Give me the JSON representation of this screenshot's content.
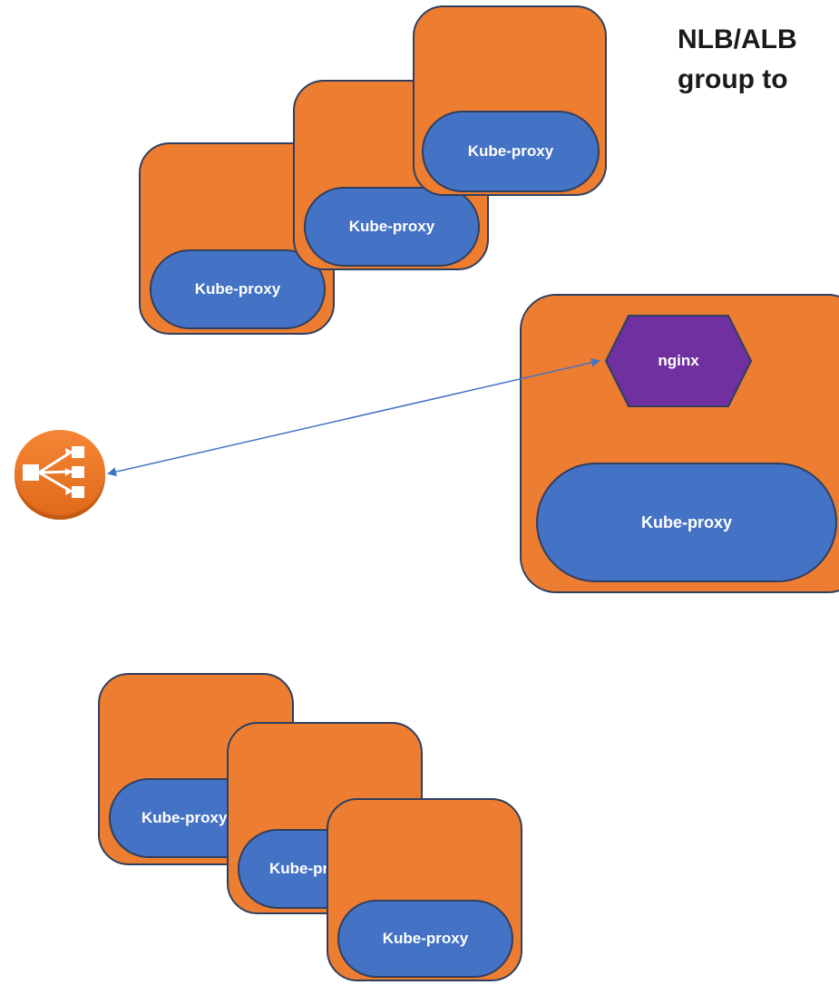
{
  "title": {
    "line1": "NLB/ALB",
    "line2": "group to"
  },
  "colors": {
    "node_fill": "#ED7D31",
    "proxy_fill": "#4472C4",
    "nginx_fill": "#7030A0",
    "arrow": "#4472C4",
    "outline": "#2F3F5F"
  },
  "icons": {
    "load_balancer": "load-balancer-icon"
  },
  "nodes": {
    "top_group": [
      {
        "proxy_label": "Kube-proxy"
      },
      {
        "proxy_label": "Kube-proxy"
      },
      {
        "proxy_label": "Kube-proxy"
      }
    ],
    "main": {
      "pod_label": "nginx",
      "proxy_label": "Kube-proxy"
    },
    "bottom_group": [
      {
        "proxy_label": "Kube-proxy"
      },
      {
        "proxy_label": "Kube-proxy"
      },
      {
        "proxy_label": "Kube-proxy"
      }
    ]
  }
}
